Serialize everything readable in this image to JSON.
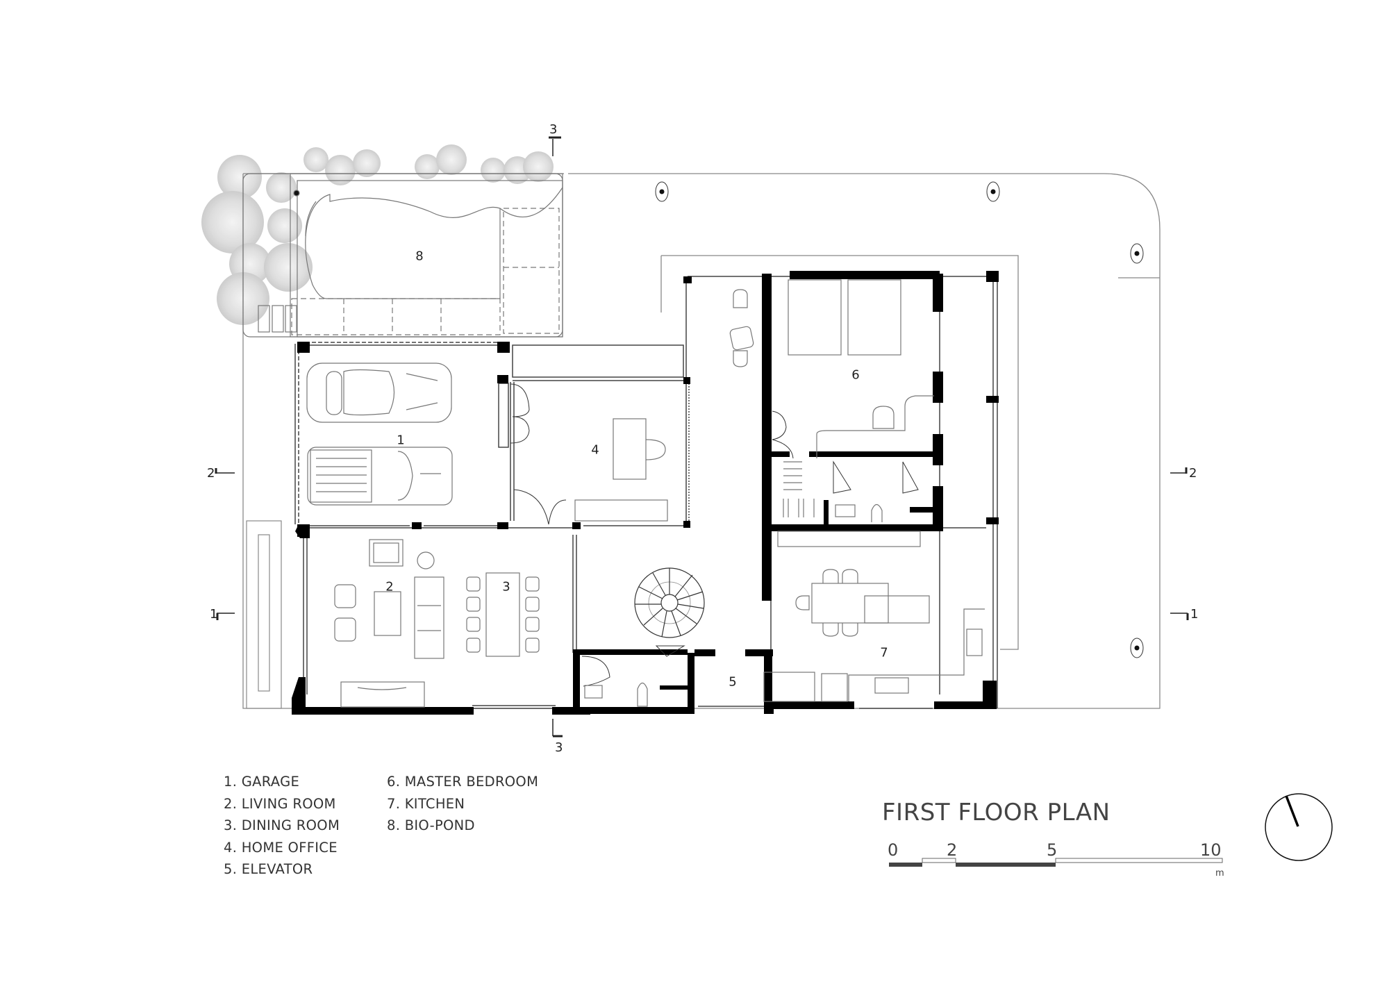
{
  "drawing": {
    "title": "FIRST FLOOR PLAN",
    "legend": [
      {
        "num": "1",
        "label": "1. GARAGE"
      },
      {
        "num": "2",
        "label": "2. LIVING ROOM"
      },
      {
        "num": "3",
        "label": "3. DINING ROOM"
      },
      {
        "num": "4",
        "label": "4. HOME OFFICE"
      },
      {
        "num": "5",
        "label": "5. ELEVATOR"
      },
      {
        "num": "6",
        "label": "6. MASTER BEDROOM"
      },
      {
        "num": "7",
        "label": "7. KITCHEN"
      },
      {
        "num": "8",
        "label": "8. BIO-POND"
      }
    ],
    "room_labels": [
      "1",
      "2",
      "3",
      "4",
      "5",
      "6",
      "7",
      "8"
    ],
    "section_markers": {
      "top": "3",
      "bottom": "3",
      "left_upper": "2",
      "left_lower": "1",
      "right_upper": "2",
      "right_lower": "1"
    },
    "scale_bar": {
      "ticks": [
        "0",
        "2",
        "5",
        "10"
      ],
      "unit": "m"
    },
    "north_arrow": "north-arrow"
  }
}
